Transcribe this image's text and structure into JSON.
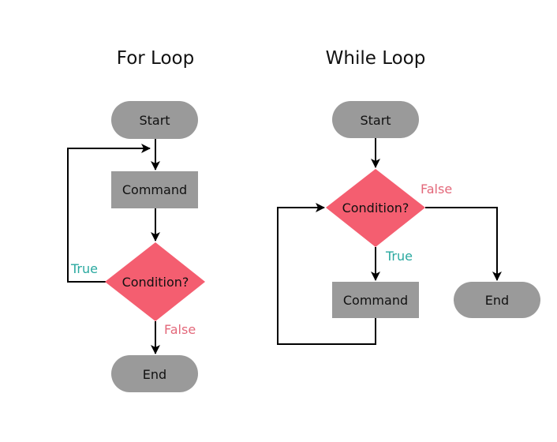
{
  "colors": {
    "terminal": "#9a9a9a",
    "process": "#9a9a9a",
    "decision": "#f45e70",
    "true_label": "#2aa9a0",
    "false_label": "#e3687a",
    "edge": "#000000"
  },
  "for_loop": {
    "title": "For Loop",
    "start": "Start",
    "command": "Command",
    "condition": "Condition?",
    "end": "End",
    "true_label": "True",
    "false_label": "False"
  },
  "while_loop": {
    "title": "While Loop",
    "start": "Start",
    "condition": "Condition?",
    "command": "Command",
    "end": "End",
    "true_label": "True",
    "false_label": "False"
  }
}
